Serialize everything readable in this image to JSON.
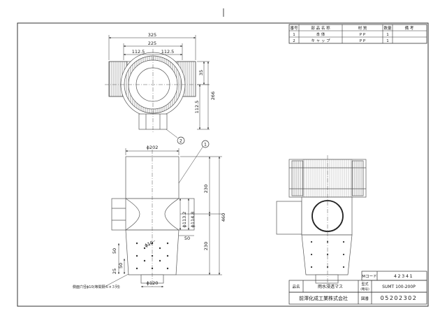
{
  "parts_table": {
    "headers": [
      "番号",
      "部 品 名 称",
      "材 質",
      "数量",
      "備 考"
    ],
    "rows": [
      [
        "1",
        "本 体",
        "P P",
        "1",
        ""
      ],
      [
        "2",
        "キ ャ ッ プ",
        "P P",
        "1",
        ""
      ]
    ]
  },
  "top_view": {
    "dims": {
      "overall_width": "325",
      "inner_width": "225",
      "half_left": "112.5",
      "half_right": "112.5",
      "offset_35": "35",
      "offset_112_5": "112.5",
      "height_266": "266"
    },
    "balloon": "2"
  },
  "front_view": {
    "dims": {
      "top_dia": "ϕ202",
      "height_upper": "230",
      "height_lower": "230",
      "total_height": "460",
      "pipe_inner": "ϕ113.2",
      "pipe_outer": "ϕ114.8",
      "socket": "50",
      "hole_dia": "ϕ10",
      "pitch_50": "50",
      "pitch_25": "25",
      "pitch_50b": "50",
      "bottom_dia": "ϕ120"
    },
    "balloon": "1",
    "note": "側面穴径ϕ10(等間隔６×３列)"
  },
  "title_block": {
    "mcode_label": "Mコード",
    "mcode_value": "42341",
    "model_label": "型式",
    "model_sub": "(略号)",
    "model_value": "SUMT 100-200P",
    "name_label": "品名",
    "name_value": "雨水浸透マス",
    "company": "前澤化成工業株式会社",
    "drawing_label": "図番",
    "drawing_number": "05202302"
  }
}
